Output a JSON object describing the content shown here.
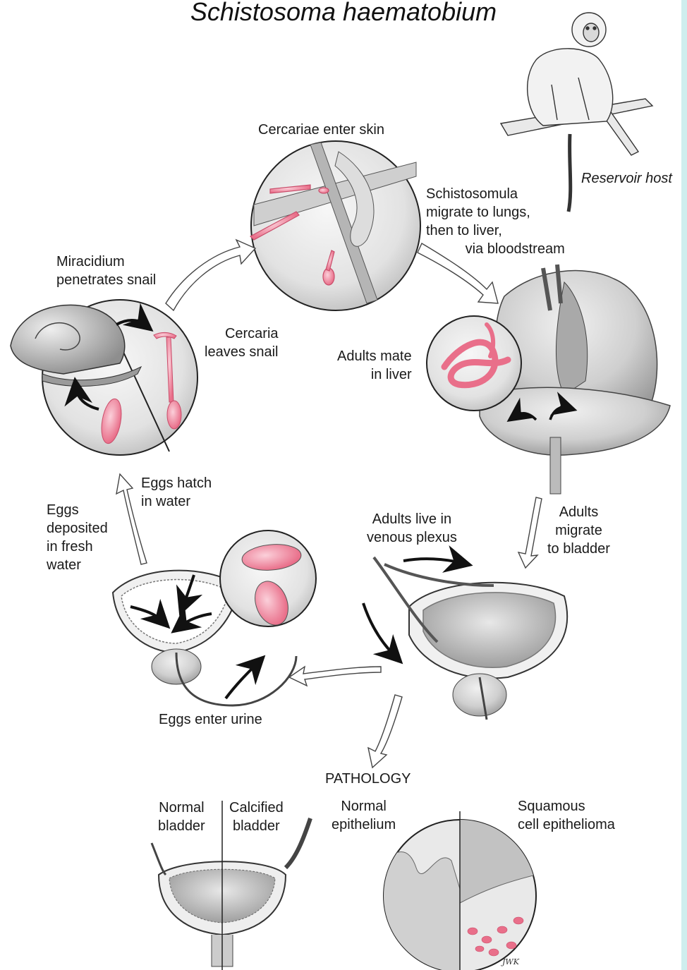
{
  "title": "Schistosoma haematobium",
  "labels": {
    "reservoir_host": "Reservoir host",
    "cercariae_enter_skin": "Cercariae enter skin",
    "schistosomula": "Schistosomula\nmigrate to lungs,\nthen to liver,\n          via bloodstream",
    "miracidium": "Miracidium\npenetrates snail",
    "cercaria_leaves": "Cercaria\nleaves snail",
    "adults_mate": "Adults mate\nin liver",
    "eggs_hatch": "Eggs hatch\nin water",
    "eggs_deposited": "Eggs\ndeposited\nin fresh\nwater",
    "adults_live": "Adults live in\nvenous plexus",
    "adults_migrate": "Adults\nmigrate\nto bladder",
    "eggs_enter_urine": "Eggs enter urine",
    "pathology": "PATHOLOGY",
    "normal_bladder": "Normal\nbladder",
    "calcified_bladder": "Calcified\nbladder",
    "normal_epithelium": "Normal\nepithelium",
    "squamous": "Squamous\ncell epithelioma",
    "signature": "JWK"
  },
  "colors": {
    "parasite_pink": "#f08aa0",
    "tissue_gray": "#c9c9c9",
    "outline": "#2a2a2a",
    "edge_strip": "#cfeeee"
  }
}
